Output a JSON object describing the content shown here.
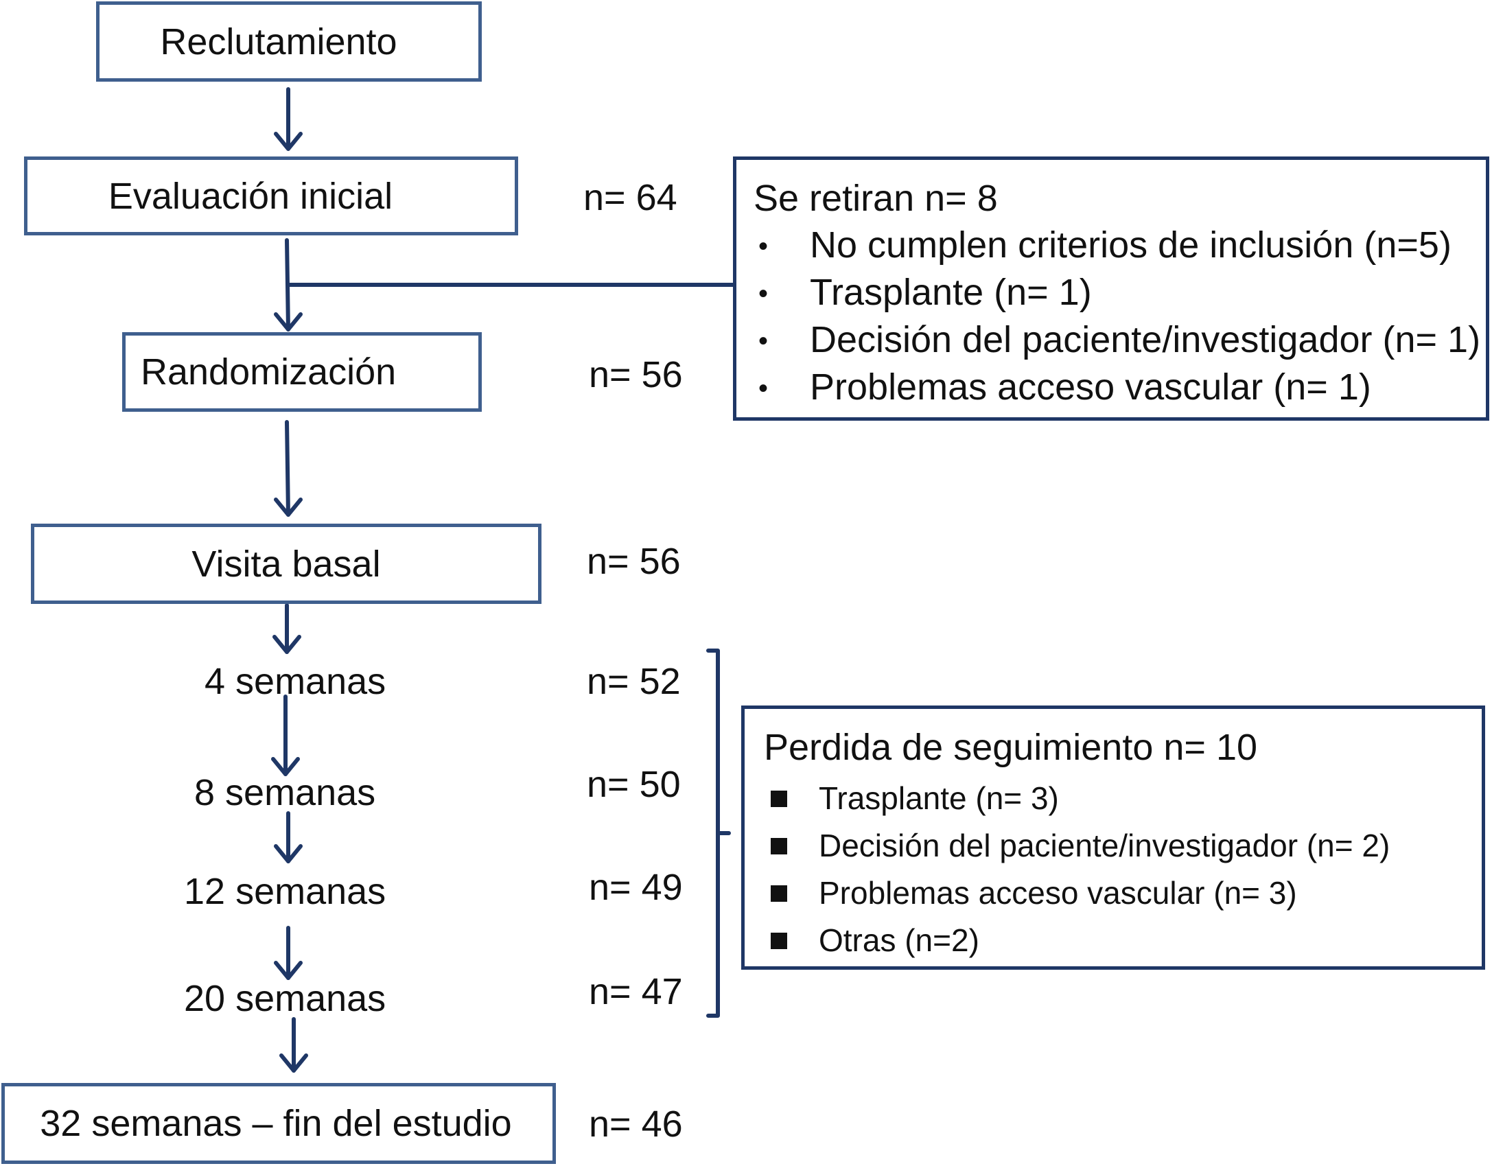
{
  "flow": {
    "recruitment": "Reclutamiento",
    "initial_eval": {
      "label": "Evaluación inicial",
      "count": "n= 64"
    },
    "randomization": {
      "label": "Randomización",
      "count": "n= 56"
    },
    "baseline": {
      "label": "Visita basal",
      "count": "n= 56"
    },
    "week4": {
      "label": "4 semanas",
      "count": "n= 52"
    },
    "week8": {
      "label": "8 semanas",
      "count": "n= 50"
    },
    "week12": {
      "label": "12 semanas",
      "count": "n= 49"
    },
    "week20": {
      "label": "20 semanas",
      "count": "n= 47"
    },
    "week32": {
      "label": "32 semanas – fin del estudio",
      "count": "n= 46"
    }
  },
  "withdrawn": {
    "title": "Se retiran n= 8",
    "items": [
      "No cumplen criterios de inclusión (n=5)",
      "Trasplante (n= 1)",
      "Decisión del paciente/investigador (n= 1)",
      "Problemas acceso vascular (n= 1)"
    ]
  },
  "lost": {
    "title": "Perdida de seguimiento n= 10",
    "items": [
      "Trasplante (n= 3)",
      "Decisión del paciente/investigador (n= 2)",
      "Problemas acceso vascular (n= 3)",
      "Otras (n=2)"
    ]
  },
  "colors": {
    "box_border": "#3f5f8e",
    "arrow": "#1f3766",
    "text": "#111111"
  }
}
